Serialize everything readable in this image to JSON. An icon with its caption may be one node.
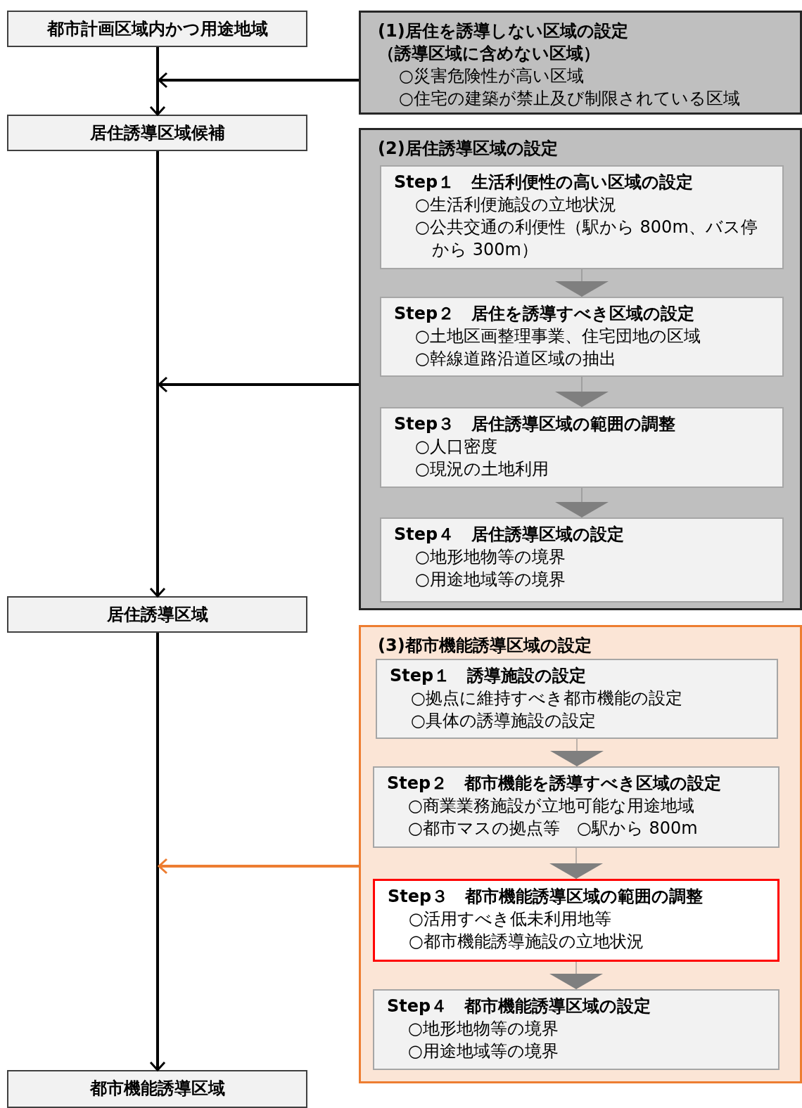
{
  "diagram": {
    "nodes": [
      {
        "text": [
          "都市計画区域内かつ用途地域"
        ]
      },
      {
        "text": [
          "居住誘導区域候補"
        ]
      },
      {
        "text": [
          "居住誘導区域"
        ]
      },
      {
        "text": [
          "都市機能誘導区域"
        ]
      },
      {
        "text": [
          "(1)居住を誘導しない区域の設定",
          "（誘導区域に含めない区域）",
          "○災害危険性が高い区域",
          "○住宅の建築が禁止及び制限されている区域"
        ]
      },
      {
        "text": [
          "(2)居住誘導区域の設定"
        ]
      },
      {
        "text": [
          "Step１　生活利便性の高い区域の設定",
          "○生活利便施設の立地状況",
          "○公共交通の利便性（駅から 800m、バス停から 300m）"
        ],
        "in": 5
      },
      {
        "text": [
          "Step２　居住を誘導すべき区域の設定",
          "○土地区画整理事業、住宅団地の区域",
          "○幹線道路沿道区域の抽出"
        ],
        "in": 5
      },
      {
        "text": [
          "Step３　居住誘導区域の範囲の調整",
          "○人口密度",
          "○現況の土地利用"
        ],
        "in": 5
      },
      {
        "text": [
          "Step４　居住誘導区域の設定",
          "○地形地物等の境界",
          "○用途地域等の境界"
        ],
        "in": 5
      },
      {
        "text": [
          "(3)都市機能誘導区域の設定"
        ]
      },
      {
        "text": [
          "Step１　誘導施設の設定",
          "○拠点に維持すべき都市機能の設定",
          "○具体の誘導施設の設定"
        ],
        "in": 10
      },
      {
        "text": [
          "Step２　都市機能を誘導すべき区域の設定",
          "○商業業務施設が立地可能な用途地域",
          "○都市マスの拠点等　○駅から 800m"
        ],
        "in": 10
      },
      {
        "text": [
          "Step３　都市機能誘導区域の範囲の調整",
          "○活用すべき低未利用地等",
          "○都市機能誘導施設の立地状況"
        ],
        "in": 10
      },
      {
        "text": [
          "Step４　都市機能誘導区域の設定",
          "○地形地物等の境界",
          "○用途地域等の境界"
        ],
        "in": 10
      }
    ],
    "edges": [
      {
        "from": 0,
        "to": 1,
        "arrow": "to",
        "style": "thick",
        "color": "#000000"
      },
      {
        "from": 1,
        "to": 2,
        "arrow": "to",
        "style": "thick",
        "color": "#000000"
      },
      {
        "from": 2,
        "to": 3,
        "arrow": "to",
        "style": "thick",
        "color": "#000000"
      },
      {
        "from": 4,
        "to": null,
        "arrow": "to",
        "style": "thick",
        "color": "#000000"
      },
      {
        "from": 5,
        "to": null,
        "arrow": "to",
        "style": "thick",
        "color": "#000000"
      },
      {
        "from": 10,
        "to": null,
        "arrow": "to",
        "style": "thick",
        "color": "#ed7d31"
      },
      {
        "from": 6,
        "to": 7,
        "arrow": "to"
      },
      {
        "from": 7,
        "to": 8,
        "arrow": "to"
      },
      {
        "from": 8,
        "to": 9,
        "arrow": "to"
      },
      {
        "from": 11,
        "to": 12,
        "arrow": "to"
      },
      {
        "from": 12,
        "to": 13,
        "arrow": "to"
      },
      {
        "from": 13,
        "to": 14,
        "arrow": "to"
      }
    ]
  }
}
